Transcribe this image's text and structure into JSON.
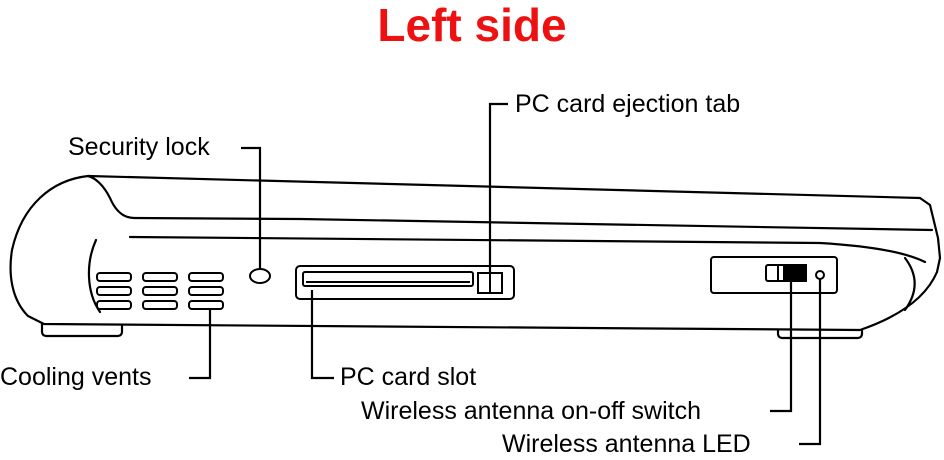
{
  "title": "Left side",
  "colors": {
    "title": "#ee1111",
    "line": "#000000",
    "fill": "#ffffff"
  },
  "labels": {
    "security_lock": "Security lock",
    "pc_card_ejection_tab": "PC card ejection tab",
    "cooling_vents": "Cooling vents",
    "pc_card_slot": "PC card slot",
    "wireless_switch": "Wireless antenna on-off switch",
    "wireless_led": "Wireless antenna LED"
  }
}
